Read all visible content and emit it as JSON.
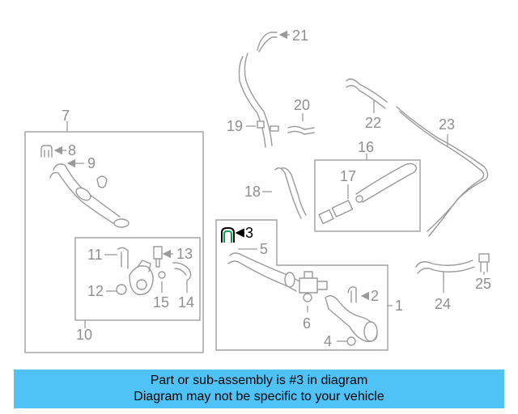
{
  "diagram": {
    "callouts": {
      "c1": "1",
      "c2": "2",
      "c3": "3",
      "c4": "4",
      "c5": "5",
      "c6": "6",
      "c7": "7",
      "c8": "8",
      "c9": "9",
      "c10": "10",
      "c11": "11",
      "c12": "12",
      "c13": "13",
      "c14": "14",
      "c15": "15",
      "c16": "16",
      "c17": "17",
      "c18": "18",
      "c19": "19",
      "c20": "20",
      "c21": "21",
      "c22": "22",
      "c23": "23",
      "c24": "24",
      "c25": "25"
    },
    "highlight_color": "#00a050"
  },
  "banner": {
    "line1": "Part or sub-assembly is #3 in diagram",
    "line2": "Diagram may not be specific to your vehicle",
    "background": "#4fc3f7"
  }
}
